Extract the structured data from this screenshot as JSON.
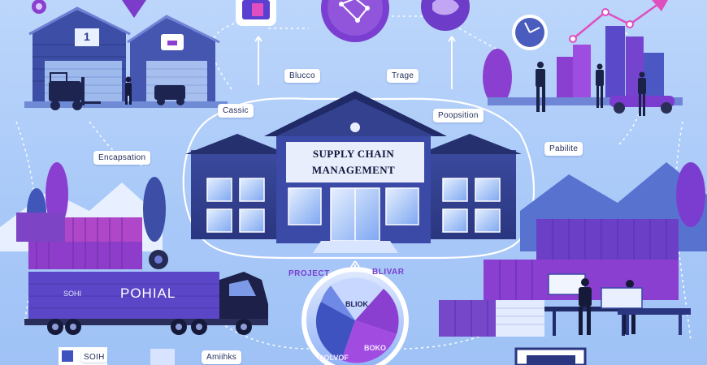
{
  "headquarters": {
    "title_line1": "SUPPLY CHAIN",
    "title_line2": "MANAGEMENT"
  },
  "warehouse": {
    "door_number": "1"
  },
  "truck": {
    "trailer_text": "POHIAL",
    "trailer_small_text": "SOHI"
  },
  "labels": {
    "blucco": "Blucco",
    "trage": "Trage",
    "cassic": "Cassic",
    "poopsition": "Poopsition",
    "encapsation": "Encapsation",
    "pabilite": "Pabilite",
    "project": "PROJECT",
    "blivar": "BLIVAR",
    "bottom_left_1": "SOIH",
    "bottom_left_2": "Amiihks"
  },
  "dial": {
    "segment_top": "BLIOK",
    "segment_bottom_right": "BOKO",
    "segment_bottom_left": "DOLVOF"
  },
  "colors": {
    "sky": "#bcd6fb",
    "navy": "#2f3d8f",
    "purple": "#8b3fd0",
    "violet": "#6b3bc9",
    "white": "#ffffff"
  }
}
